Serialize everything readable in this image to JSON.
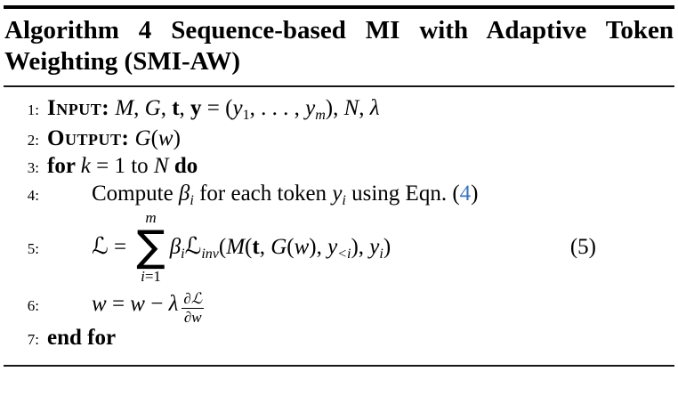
{
  "title": {
    "line1": "Algorithm 4 Sequence-based MI with Adaptive Token",
    "line2": "Weighting (SMI-AW)"
  },
  "colors": {
    "text": "#000000",
    "rule": "#161616",
    "link": "#3d74bc"
  },
  "lines": [
    {
      "num": "1:",
      "indent": 0,
      "frags": [
        {
          "t": "Input:",
          "c": "kw"
        },
        {
          "t": " ",
          "c": "rm"
        },
        {
          "t": "M",
          "c": "mi"
        },
        {
          "t": ", ",
          "c": "rm"
        },
        {
          "t": "G",
          "c": "mi"
        },
        {
          "t": ", ",
          "c": "rm"
        },
        {
          "t": "t",
          "c": "mbf"
        },
        {
          "t": ", ",
          "c": "rm"
        },
        {
          "t": "y",
          "c": "mbf"
        },
        {
          "t": " = (",
          "c": "rm"
        },
        {
          "t": "y",
          "c": "mi"
        },
        {
          "t": "1",
          "c": "subr"
        },
        {
          "t": ", . . . , ",
          "c": "rm"
        },
        {
          "t": "y",
          "c": "mi"
        },
        {
          "t": "m",
          "c": "sub"
        },
        {
          "t": "), ",
          "c": "rm"
        },
        {
          "t": "N",
          "c": "mi"
        },
        {
          "t": ", ",
          "c": "rm"
        },
        {
          "t": "λ",
          "c": "mi"
        }
      ]
    },
    {
      "num": "2:",
      "indent": 0,
      "frags": [
        {
          "t": "Output:",
          "c": "kw"
        },
        {
          "t": " ",
          "c": "rm"
        },
        {
          "t": "G",
          "c": "mi"
        },
        {
          "t": "(",
          "c": "rm"
        },
        {
          "t": "w",
          "c": "mi"
        },
        {
          "t": ")",
          "c": "rm"
        }
      ]
    },
    {
      "num": "3:",
      "indent": 0,
      "frags": [
        {
          "t": "for ",
          "c": "b"
        },
        {
          "t": "k",
          "c": "mi"
        },
        {
          "t": " = 1 to ",
          "c": "rm"
        },
        {
          "t": "N",
          "c": "mi"
        },
        {
          "t": " do",
          "c": "b"
        }
      ]
    },
    {
      "num": "4:",
      "indent": 1,
      "frags": [
        {
          "t": "Compute ",
          "c": "rm"
        },
        {
          "t": "β",
          "c": "mi"
        },
        {
          "t": "i",
          "c": "sub"
        },
        {
          "t": " for each token ",
          "c": "rm"
        },
        {
          "t": "y",
          "c": "mi"
        },
        {
          "t": "i",
          "c": "sub"
        },
        {
          "t": " using Eqn. (",
          "c": "rm"
        },
        {
          "t": "4",
          "c": "link"
        },
        {
          "t": ")",
          "c": "rm"
        }
      ]
    },
    {
      "num": "5:",
      "indent": 1,
      "eqnum": "(5)",
      "frags": [
        {
          "t": "ℒ",
          "c": "cal"
        },
        {
          "t": " = ",
          "c": "rm"
        },
        {
          "sum": {
            "top": "m",
            "sym": "∑",
            "boti": "i",
            "boteq": "=1"
          }
        },
        {
          "t": "β",
          "c": "mi"
        },
        {
          "t": "i",
          "c": "sub"
        },
        {
          "t": "ℒ",
          "c": "cal"
        },
        {
          "t": "inv",
          "c": "sub"
        },
        {
          "t": "(",
          "c": "rm"
        },
        {
          "t": "M",
          "c": "mi"
        },
        {
          "t": "(",
          "c": "rm"
        },
        {
          "t": "t",
          "c": "mbf"
        },
        {
          "t": ", ",
          "c": "rm"
        },
        {
          "t": "G",
          "c": "mi"
        },
        {
          "t": "(",
          "c": "rm"
        },
        {
          "t": "w",
          "c": "mi"
        },
        {
          "t": "), ",
          "c": "rm"
        },
        {
          "t": "y",
          "c": "mi"
        },
        {
          "t": "<i",
          "c": "sub"
        },
        {
          "t": "), ",
          "c": "rm"
        },
        {
          "t": "y",
          "c": "mi"
        },
        {
          "t": "i",
          "c": "sub"
        },
        {
          "t": ")",
          "c": "rm"
        }
      ]
    },
    {
      "num": "6:",
      "indent": 1,
      "frags": [
        {
          "t": "w",
          "c": "mi"
        },
        {
          "t": " = ",
          "c": "rm"
        },
        {
          "t": "w",
          "c": "mi"
        },
        {
          "t": " − ",
          "c": "rm"
        },
        {
          "t": "λ",
          "c": "mi"
        },
        {
          "frac": {
            "top": "∂ℒ",
            "bot": "∂w"
          }
        }
      ]
    },
    {
      "num": "7:",
      "indent": 0,
      "frags": [
        {
          "t": "end for",
          "c": "b"
        }
      ]
    }
  ]
}
